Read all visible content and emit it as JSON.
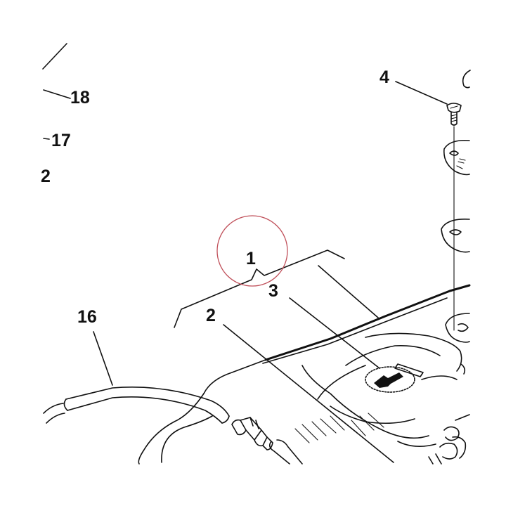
{
  "callouts": [
    {
      "id": "c18",
      "label": "18"
    },
    {
      "id": "c17",
      "label": "17"
    },
    {
      "id": "c2a",
      "label": "2"
    },
    {
      "id": "c4",
      "label": "4"
    },
    {
      "id": "c1",
      "label": "1"
    },
    {
      "id": "c3",
      "label": "3"
    },
    {
      "id": "c2b",
      "label": "2"
    },
    {
      "id": "c16",
      "label": "16"
    }
  ],
  "colors": {
    "ink": "#111111",
    "highlight_circle": "#c0505a",
    "background": "#ffffff"
  }
}
